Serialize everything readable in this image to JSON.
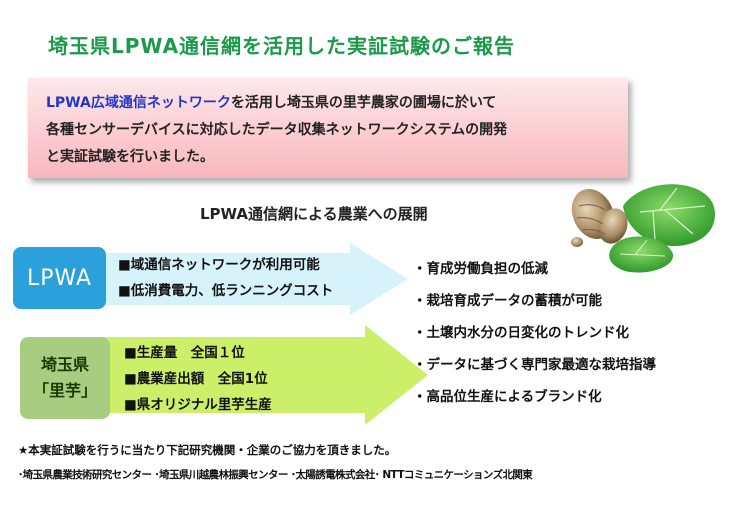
{
  "title": "埼玉県LPWA通信網を活用した実証試験のご報告",
  "intro": {
    "highlight": "LPWA広域通信ネットワーク",
    "line1_rest": "を活用し埼玉県の里芋農家の圃場に於いて",
    "line2": "各種センサーデバイスに対応したデータ収集ネットワークシステムの開発",
    "line3": "と実証試験を行いました。"
  },
  "subtitle": "LPWA通信網による農業への展開",
  "lpwa": {
    "label": "LPWA",
    "items": [
      "■域通信ネットワークが利用可能",
      "■低消費電力、低ランニングコスト"
    ]
  },
  "satoimo": {
    "label_line1": "埼玉県",
    "label_line2": "「里芋」",
    "items": [
      "■生産量　全国１位",
      "■農業産出額　全国1位",
      "■県オリジナル里芋生産"
    ]
  },
  "benefits": [
    "・育成労働負担の低減",
    "・栽培育成データの蓄積が可能",
    "・土壌内水分の日変化のトレンド化",
    "・データに基づく専門家最適な栽培指導",
    "・高品位生産によるブランド化"
  ],
  "note": "★本実証試験を行うに当たり下記研究機関・企業のご協力を頂きました。",
  "partners": "･埼玉県農業技術研究センター ･埼玉県川越農林振興センター ･太陽誘電株式会社･ NTTコミュニケーションズ北関東",
  "colors": {
    "title": "#1a9a4a",
    "highlight": "#2236c8",
    "lpwa_box": "#2aa0dc",
    "satoimo_box": "#a8cd80",
    "arrow1": "#d6f2fb",
    "arrow2": "#ccef6a"
  }
}
